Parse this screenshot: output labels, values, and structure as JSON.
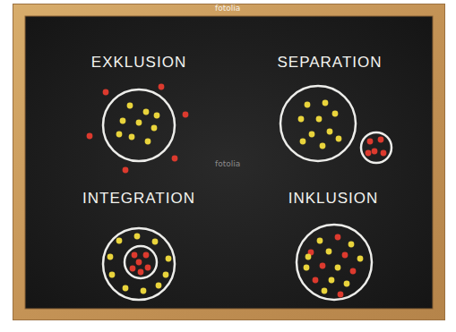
{
  "diagram": {
    "nodes": [
      {
        "text": [
          "EXKLUSION"
        ]
      },
      {
        "text": [
          "SEPARATION"
        ]
      },
      {
        "text": [
          "INTEGRATION"
        ]
      },
      {
        "text": [
          "INKLUSION"
        ]
      }
    ],
    "labels": [
      "fotolia",
      "fotolia"
    ]
  }
}
